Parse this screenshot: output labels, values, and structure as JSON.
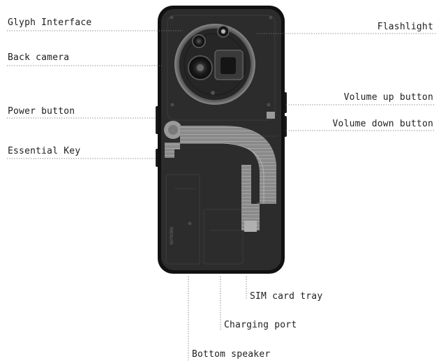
{
  "diagram": {
    "labels": {
      "glyph_interface": "Glyph Interface",
      "back_camera": "Back camera",
      "power_button": "Power button",
      "essential_key": "Essential Key",
      "flashlight": "Flashlight",
      "volume_up": "Volume up button",
      "volume_down": "Volume down button",
      "sim_tray": "SIM card tray",
      "charging_port": "Charging port",
      "bottom_speaker": "Bottom speaker"
    },
    "colors": {
      "phone_body": "#2b2b2b",
      "phone_frame": "#121212",
      "flex_cable": "#8d8d8d",
      "leader_line": "#777777"
    },
    "phone_markings": {
      "vertical_brand": "NOTHING"
    }
  }
}
